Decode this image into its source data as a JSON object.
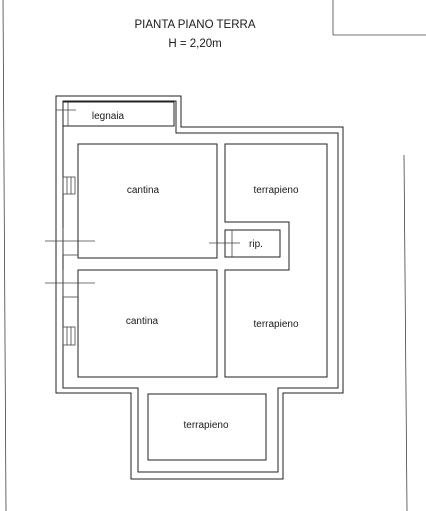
{
  "header": {
    "title": "PIANTA PIANO TERRA",
    "height_note": "H = 2,20m"
  },
  "rooms": {
    "legnaia": "legnaia",
    "cantina_top": "cantina",
    "cantina_bottom": "cantina",
    "terrapieno_right_top": "terrapieno",
    "terrapieno_right_bottom": "terrapieno",
    "terrapieno_bottom": "terrapieno",
    "rip": "rip."
  }
}
